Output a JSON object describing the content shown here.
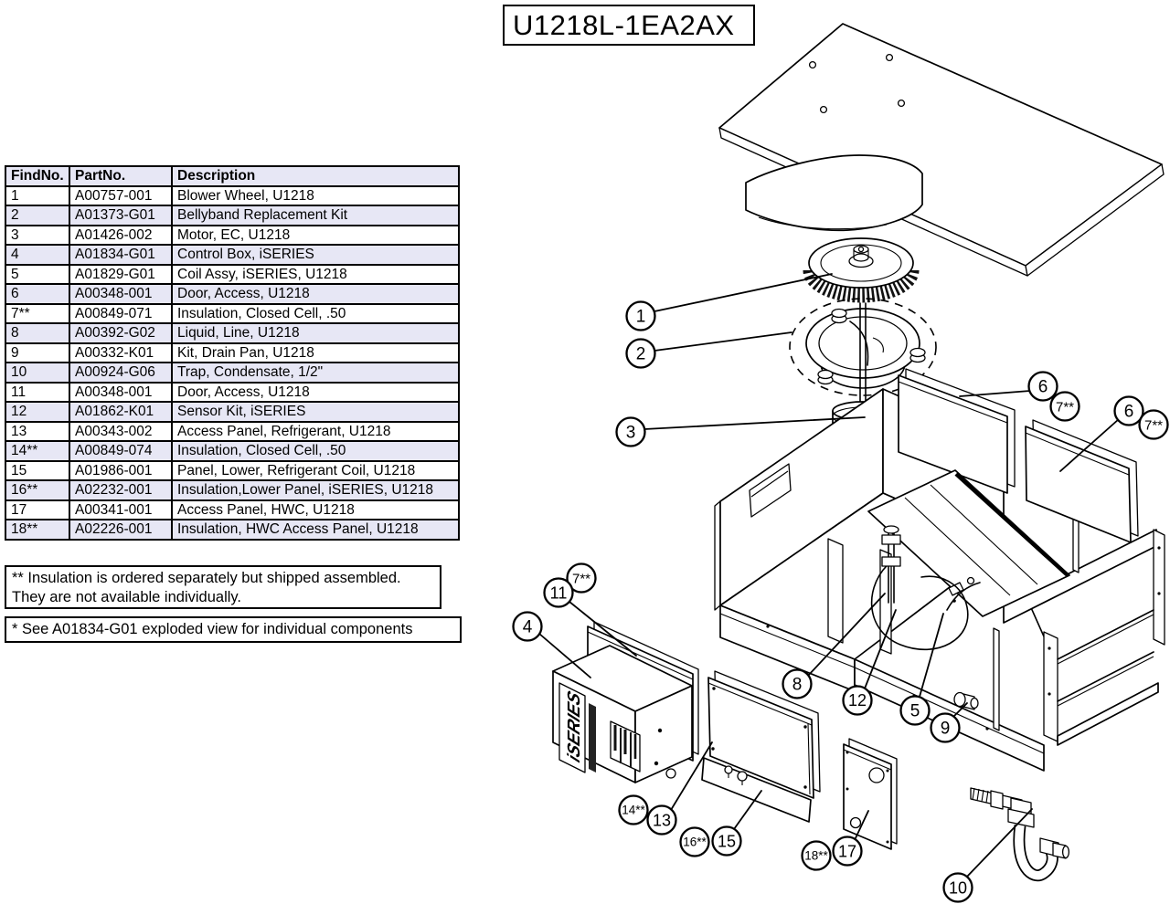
{
  "title": "U1218L-1EA2AX",
  "parts_table": {
    "headers": {
      "find": "FindNo.",
      "part": "PartNo.",
      "desc": "Description"
    },
    "rows": [
      {
        "find": "1",
        "part": "A00757-001",
        "desc": "Blower Wheel, U1218"
      },
      {
        "find": "2",
        "part": "A01373-G01",
        "desc": "Bellyband Replacement Kit"
      },
      {
        "find": "3",
        "part": "A01426-002",
        "desc": "Motor, EC, U1218"
      },
      {
        "find": "4",
        "part": "A01834-G01",
        "desc": "Control Box, iSERIES"
      },
      {
        "find": "5",
        "part": "A01829-G01",
        "desc": "Coil Assy, iSERIES, U1218"
      },
      {
        "find": "6",
        "part": "A00348-001",
        "desc": "Door, Access, U1218"
      },
      {
        "find": "7**",
        "part": "A00849-071",
        "desc": "Insulation, Closed Cell, .50"
      },
      {
        "find": "8",
        "part": "A00392-G02",
        "desc": "Liquid, Line, U1218"
      },
      {
        "find": "9",
        "part": "A00332-K01",
        "desc": "Kit, Drain Pan, U1218"
      },
      {
        "find": "10",
        "part": "A00924-G06",
        "desc": "Trap, Condensate, 1/2\""
      },
      {
        "find": "11",
        "part": "A00348-001",
        "desc": "Door, Access, U1218"
      },
      {
        "find": "12",
        "part": "A01862-K01",
        "desc": "Sensor Kit, iSERIES"
      },
      {
        "find": "13",
        "part": "A00343-002",
        "desc": "Access Panel, Refrigerant, U1218"
      },
      {
        "find": "14**",
        "part": "A00849-074",
        "desc": "Insulation, Closed Cell, .50"
      },
      {
        "find": "15",
        "part": "A01986-001",
        "desc": "Panel, Lower, Refrigerant Coil, U1218"
      },
      {
        "find": "16**",
        "part": "A02232-001",
        "desc": "Insulation,Lower Panel, iSERIES, U1218"
      },
      {
        "find": "17",
        "part": "A00341-001",
        "desc": "Access Panel, HWC, U1218"
      },
      {
        "find": "18**",
        "part": "A02226-001",
        "desc": "Insulation, HWC Access Panel, U1218"
      }
    ]
  },
  "notes": {
    "insulation_note_line1": "** Insulation is ordered separately but shipped assembled.",
    "insulation_note_line2": "They are not available individually.",
    "control_box_note": "* See A01834-G01 exploded view for individual components"
  },
  "diagram": {
    "control_box_brand": "iSERIES",
    "callouts": {
      "c1": {
        "label": "1"
      },
      "c2": {
        "label": "2"
      },
      "c3": {
        "label": "3"
      },
      "c4": {
        "label": "4"
      },
      "c5": {
        "label": "5"
      },
      "c6a": {
        "label": "6"
      },
      "c6b": {
        "label": "6"
      },
      "c7a": {
        "label": "7**"
      },
      "c7b": {
        "label": "7**"
      },
      "c7c": {
        "label": "7**"
      },
      "c8": {
        "label": "8"
      },
      "c9": {
        "label": "9"
      },
      "c10": {
        "label": "10"
      },
      "c11": {
        "label": "11"
      },
      "c12": {
        "label": "12"
      },
      "c13": {
        "label": "13"
      },
      "c14": {
        "label": "14**"
      },
      "c15": {
        "label": "15"
      },
      "c16": {
        "label": "16**"
      },
      "c17": {
        "label": "17"
      },
      "c18": {
        "label": "18**"
      }
    }
  },
  "colors": {
    "row-alt": "#E7E7F5",
    "ink": "#000000",
    "paper": "#FFFFFF"
  }
}
